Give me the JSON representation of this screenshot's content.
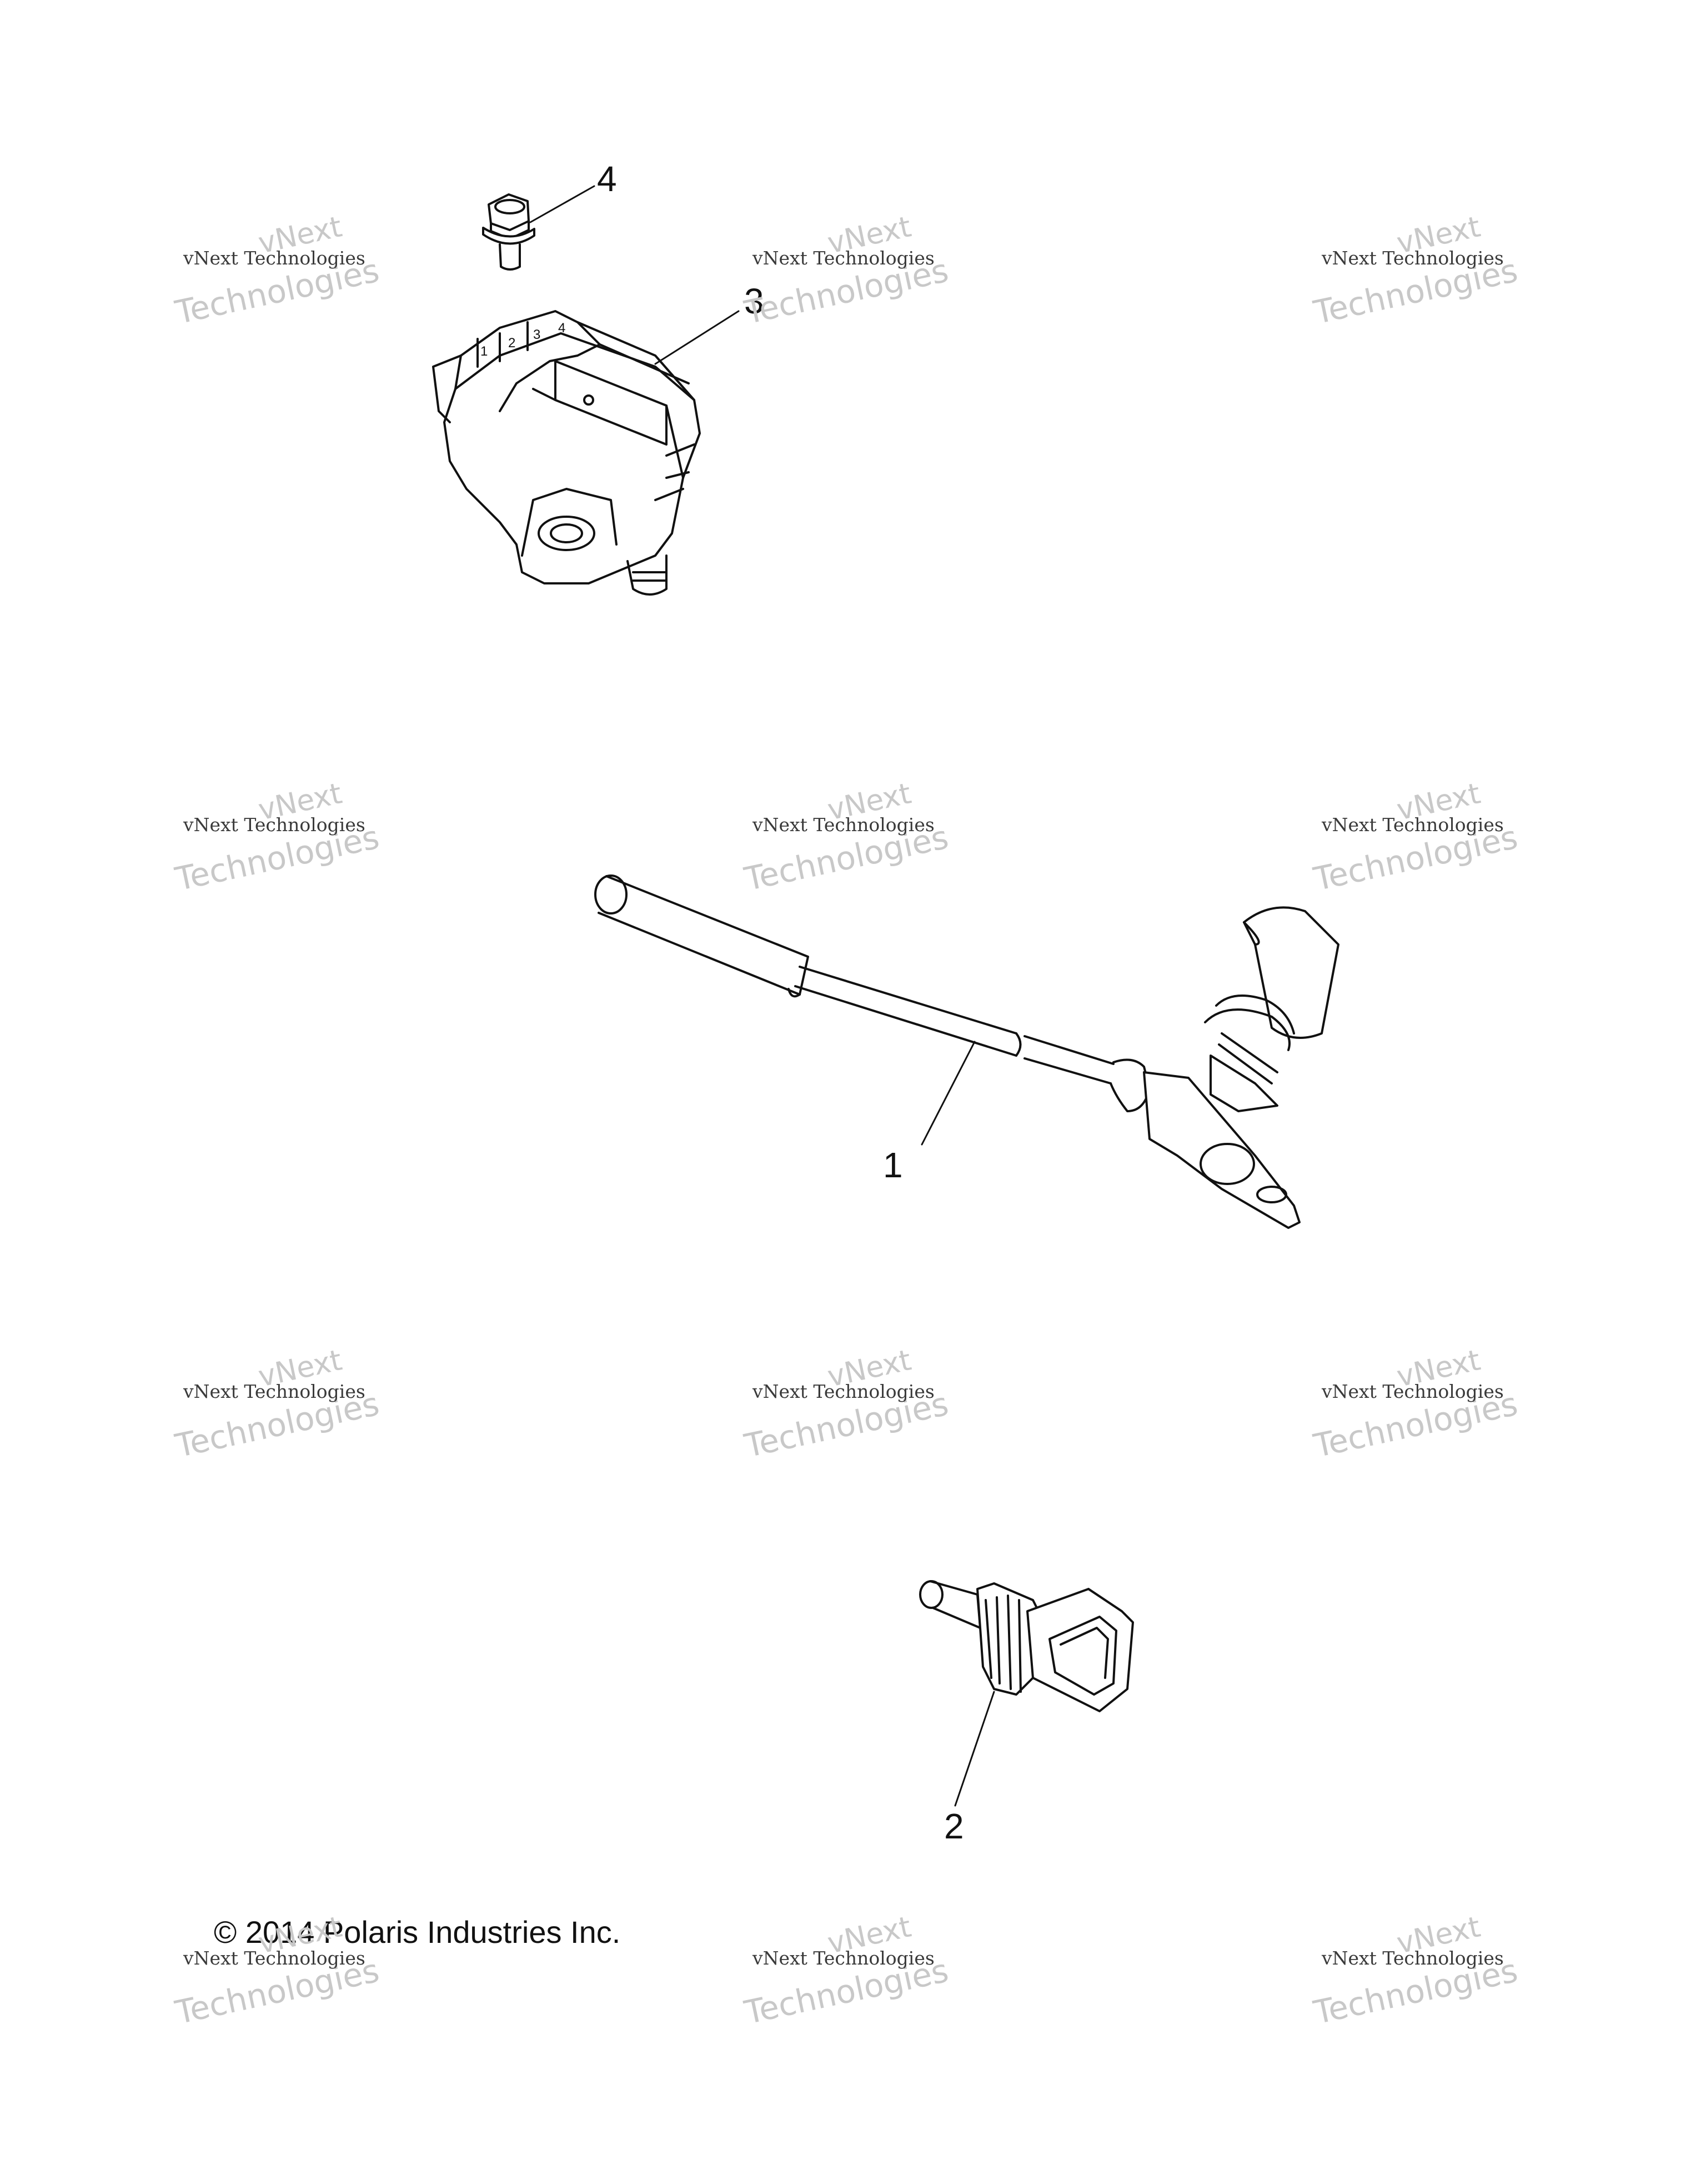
{
  "callouts": {
    "c1": "1",
    "c2": "2",
    "c3": "3",
    "c4": "4"
  },
  "copyright": "© 2014 Polaris Industries Inc.",
  "watermark": {
    "line1": "vNext Technologies",
    "line2": "vNext Technologies",
    "faint1": "vNext",
    "faint2": "Technologies"
  },
  "sensor_pins": {
    "p1": "1",
    "p2": "2",
    "p3": "3",
    "p4": "4"
  },
  "colors": {
    "line": "#111111",
    "watermark_faint": "#c8c8c8",
    "watermark_text": "#3a3a3a"
  }
}
